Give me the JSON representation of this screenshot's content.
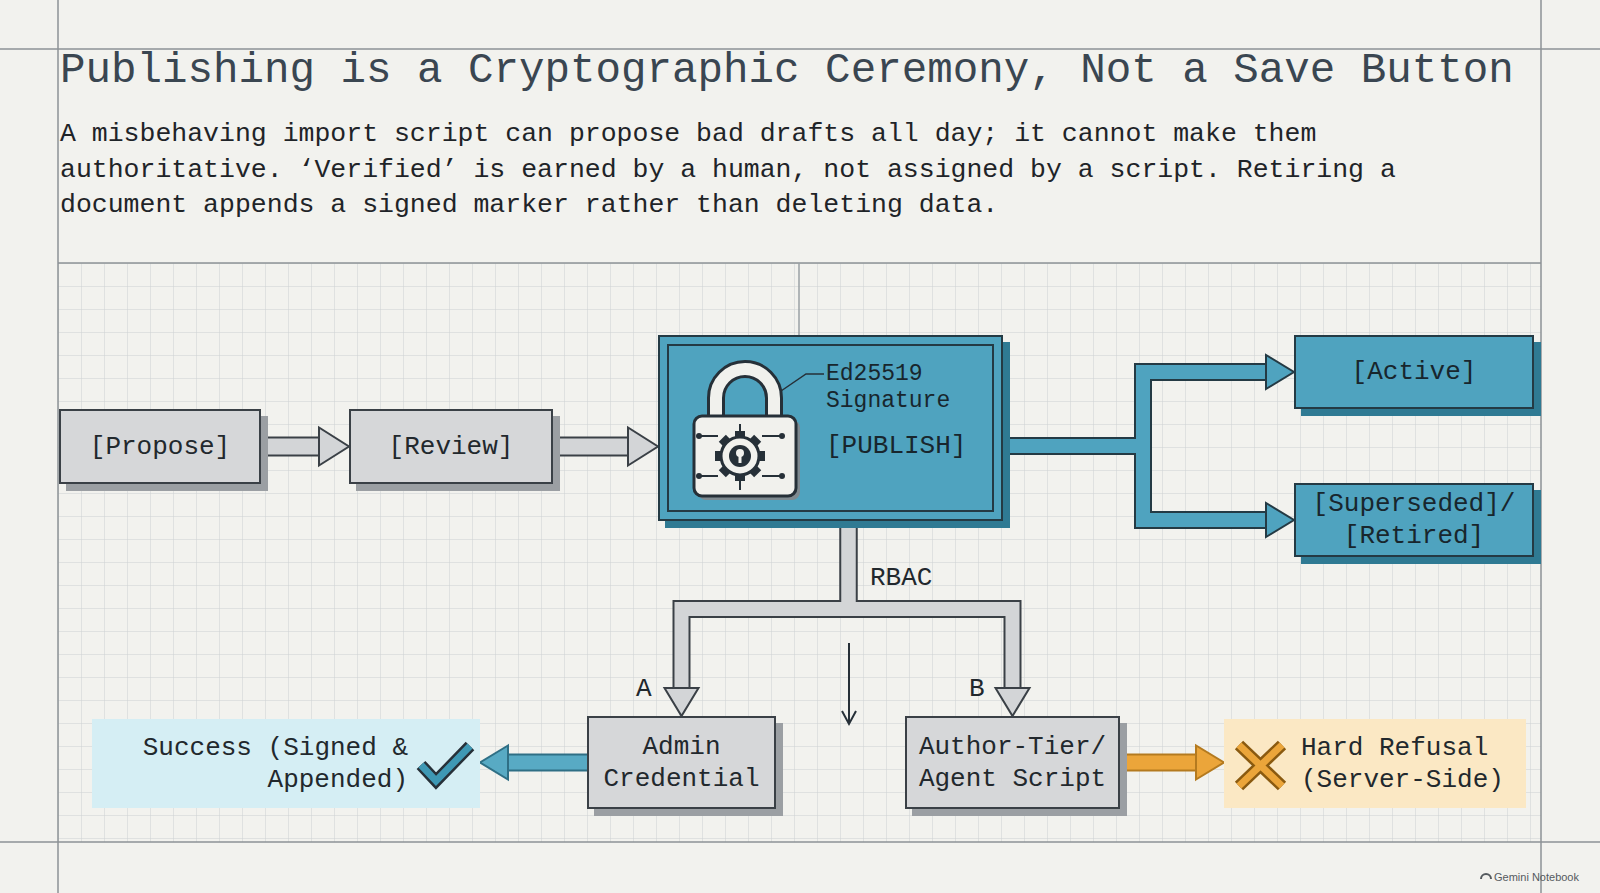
{
  "diagram": {
    "title": "Publishing is a Cryptographic Ceremony, Not a Save Button",
    "caption": "A misbehaving import script can propose bad drafts all day; it cannot make them authoritative. ‘Verified’ is earned by a human, not assigned by a script. Retiring a document appends a signed marker rather than deleting data.",
    "nodes": [
      {
        "text": [
          "[Propose]"
        ]
      },
      {
        "text": [
          "[Review]"
        ]
      },
      {
        "text": [
          "Ed25519 Signature",
          "[PUBLISH]"
        ]
      },
      {
        "text": [
          "[Active]"
        ]
      },
      {
        "text": [
          "[Superseded]/ [Retired]"
        ]
      },
      {
        "text": [
          "Success (Signed & Appended)"
        ]
      },
      {
        "text": [
          "Admin Credential"
        ]
      },
      {
        "text": [
          "Author-Tier/ Agent Script"
        ]
      },
      {
        "text": [
          "Hard Refusal (Server-Side)"
        ]
      }
    ],
    "edges": [
      {
        "from": 0,
        "to": 1,
        "arrow": "to"
      },
      {
        "from": 1,
        "to": 2,
        "arrow": "to"
      },
      {
        "from": 2,
        "to": 3,
        "arrow": "to"
      },
      {
        "from": 2,
        "to": 4,
        "arrow": "to"
      },
      {
        "from": 2,
        "to": 6,
        "arrow": "to"
      },
      {
        "from": 2,
        "to": 7,
        "arrow": "to"
      },
      {
        "from": 6,
        "to": 5,
        "arrow": "to"
      },
      {
        "from": 7,
        "to": 8,
        "arrow": "to"
      }
    ],
    "labels": [
      "RBAC",
      "A",
      "B",
      "Gemini Notebook"
    ]
  }
}
